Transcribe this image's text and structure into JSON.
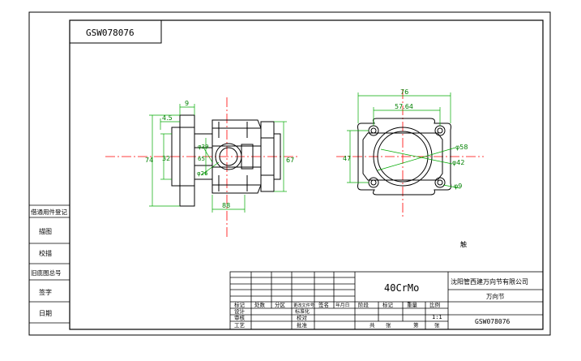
{
  "drawing_number": "GSW078076",
  "material": "40CrMo",
  "company": "沈阳管西建万向节有限公司",
  "part_name": "万向节",
  "scale": "1:1",
  "note": "触",
  "left_panel": {
    "rows": [
      "借通用件登记",
      "描图",
      "校描",
      "旧底图总号",
      "签字",
      "日期"
    ]
  },
  "title_block": {
    "rev_headers": [
      "标记",
      "处数",
      "分区",
      "更改文件号",
      "签名",
      "年月日"
    ],
    "role_rows": [
      {
        "role": "设计",
        "std": "标准化"
      },
      {
        "role": "审核",
        "std": "校对"
      },
      {
        "role": "工艺",
        "std": "批准"
      }
    ],
    "stage_headers": [
      "阶段",
      "标记",
      "重量",
      "比例"
    ],
    "sheet": {
      "total_label": "共",
      "total_unit": "张",
      "this_label": "第",
      "this_unit": "张"
    }
  },
  "dimensions": {
    "d9": "9",
    "d45": "4.5",
    "d74": "74",
    "d32": "32",
    "d29": "φ29",
    "d26": "φ26",
    "d65": "65",
    "d88": "88",
    "d67": "67",
    "d76": "76",
    "d5764": "57.64",
    "d47": "47",
    "d58": "φ58",
    "d42": "φ42",
    "d9h": "φ9"
  },
  "colors": {
    "line": "#000000",
    "dimension": "#00aa00",
    "centerline": "#ff0000"
  }
}
